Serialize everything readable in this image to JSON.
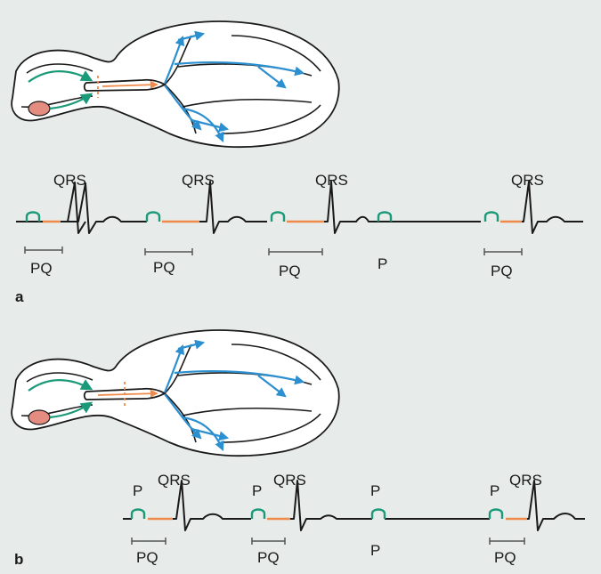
{
  "panels": [
    {
      "id": "a",
      "label": "a",
      "beats": [
        {
          "p": "",
          "qrs": "QRS",
          "pq": "PQ",
          "conducted": true
        },
        {
          "p": "",
          "qrs": "QRS",
          "pq": "PQ",
          "conducted": true
        },
        {
          "p": "",
          "qrs": "QRS",
          "pq": "PQ",
          "conducted": true
        },
        {
          "p": "P",
          "qrs": "",
          "pq": "",
          "conducted": false
        },
        {
          "p": "",
          "qrs": "QRS",
          "pq": "PQ",
          "conducted": true
        }
      ]
    },
    {
      "id": "b",
      "label": "b",
      "beats": [
        {
          "p": "P",
          "qrs": "QRS",
          "pq": "PQ",
          "conducted": true
        },
        {
          "p": "P",
          "qrs": "QRS",
          "pq": "PQ",
          "conducted": true
        },
        {
          "p": "P",
          "qrs": "",
          "pq": "",
          "below": "P",
          "conducted": false
        },
        {
          "p": "P",
          "qrs": "QRS",
          "pq": "PQ",
          "conducted": true
        }
      ]
    }
  ],
  "colors": {
    "background": "#e7ecea",
    "p_wave": "#1a9a78",
    "pq_segment": "#f08a4b",
    "conduction": "#2b8fd0",
    "sinus_node": "#e58c80"
  }
}
